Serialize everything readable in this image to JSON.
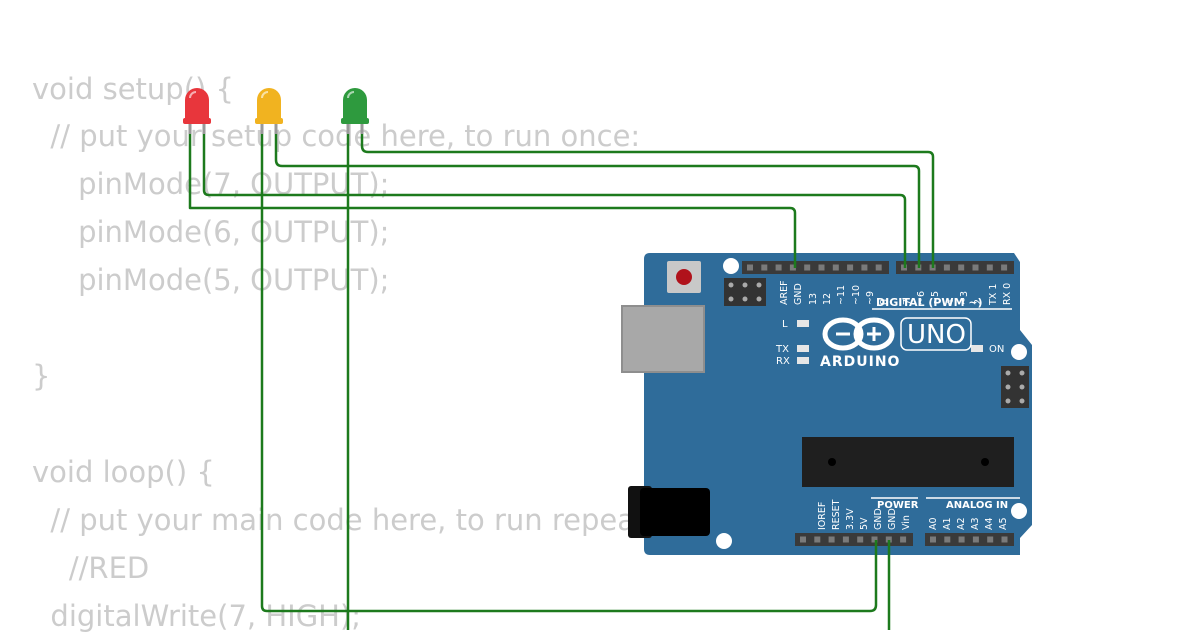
{
  "code": {
    "lines": [
      "void setup() {",
      "  // put your setup code here, to run once:",
      "     pinMode(7, OUTPUT);",
      "     pinMode(6, OUTPUT);",
      "     pinMode(5, OUTPUT);",
      "",
      "}",
      "",
      "void loop() {",
      "  // put your main code here, to run repeatedly:",
      "    //RED",
      "  digitalWrite(7, HIGH);"
    ]
  },
  "board": {
    "model": "UNO",
    "brand": "ARDUINO",
    "digital_header_label": "DIGITAL (PWM ~)",
    "power_label": "POWER",
    "analog_label": "ANALOG IN",
    "pin_labels_top": [
      "AREF",
      "GND",
      "13",
      "12",
      "~11",
      "~10",
      "~9",
      "8",
      "7",
      "~6",
      "~5",
      "4",
      "~3",
      "2",
      "TX 1",
      "RX 0"
    ],
    "pin_labels_bottom": [
      "IOREF",
      "RESET",
      "3.3V",
      "5V",
      "GND",
      "GND",
      "Vin",
      "A0",
      "A1",
      "A2",
      "A3",
      "A4",
      "A5"
    ],
    "led_labels": {
      "l": "L",
      "tx": "TX",
      "rx": "RX",
      "on": "ON"
    },
    "board_color": "#2f6c9a"
  },
  "leds": [
    {
      "color_name": "red",
      "color": "#e8363c"
    },
    {
      "color_name": "yellow",
      "color": "#f1b320"
    },
    {
      "color_name": "green",
      "color": "#2e9a3e"
    }
  ],
  "wire_color": "#1d7a1d"
}
